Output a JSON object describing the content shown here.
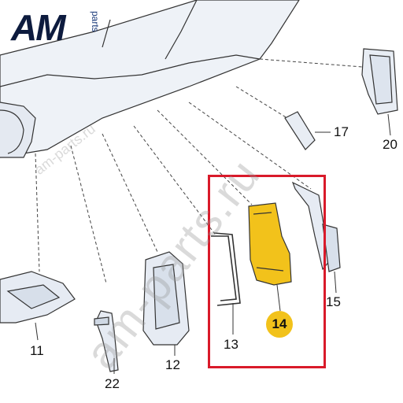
{
  "logo": {
    "text": "AM",
    "suffix": "parts"
  },
  "watermarks": {
    "big": "am-parts.ru",
    "small": "am-parts.ru"
  },
  "callouts": {
    "c11": "11",
    "c12": "12",
    "c13": "13",
    "c14": "14",
    "c15": "15",
    "c17": "17",
    "c20": "20",
    "c22": "22"
  },
  "colors": {
    "highlight_box": "#d91a2a",
    "highlighted_part": "#f2c21b",
    "logo_dark": "#0d1b3e"
  }
}
